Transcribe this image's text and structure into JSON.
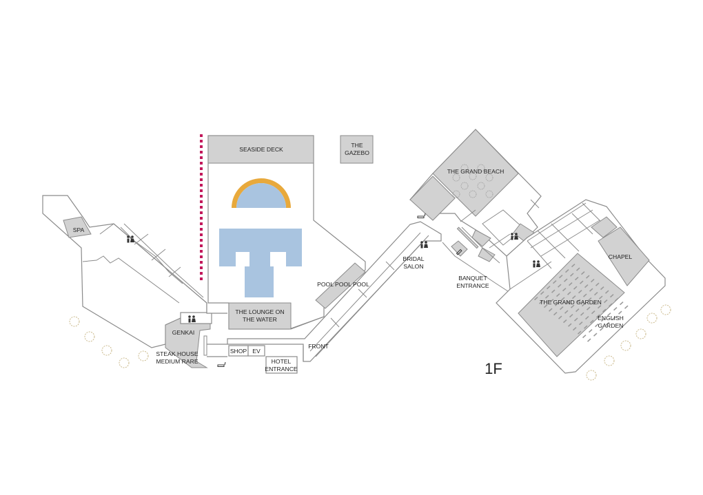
{
  "floor": "1F",
  "areas": {
    "seaside_deck": "SEASIDE DECK",
    "gazebo_line1": "THE",
    "gazebo_line2": "GAZEBO",
    "grand_beach": "THE GRAND BEACH",
    "spa": "SPA",
    "pool": "POOL POOL POOL",
    "lounge_line1": "THE LOUNGE ON",
    "lounge_line2": "THE WATER",
    "bridal_line1": "BRIDAL",
    "bridal_line2": "SALON",
    "banquet_line1": "BANQUET",
    "banquet_line2": "ENTRANCE",
    "chapel": "CHAPEL",
    "grand_garden": "THE GRAND GARDEN",
    "english_line1": "ENGLISH",
    "english_line2": "GARDEN",
    "genkai": "GENKAI",
    "steak_line1": "STEAK HOUSE",
    "steak_line2": "MEDIUM RARE",
    "shop": "SHOP",
    "ev": "EV",
    "hotel_line1": "HOTEL",
    "hotel_line2": "ENTRANCE",
    "front": "FRONT"
  },
  "colors": {
    "room": "#d2d2d2",
    "wall": "#8a8a8a",
    "pool_water": "#a9c4e0",
    "pool_arc": "#e8a93c",
    "boundary_dots": "#c2185b"
  },
  "icons": [
    "restroom-icon",
    "smoking-icon",
    "tree-icon"
  ]
}
